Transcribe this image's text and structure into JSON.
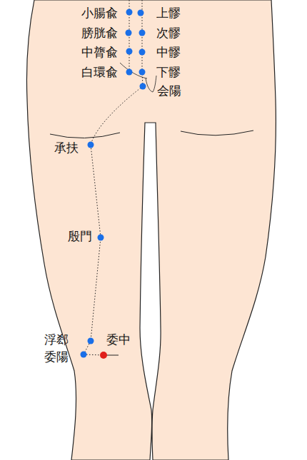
{
  "diagram": {
    "labels": [
      "小腸兪",
      "上髎",
      "膀胱兪",
      "次髎",
      "中膂兪",
      "中髎",
      "白環兪",
      "下髎",
      "会陽",
      "承扶",
      "殷門",
      "浮郄",
      "委中",
      "委陽"
    ]
  }
}
